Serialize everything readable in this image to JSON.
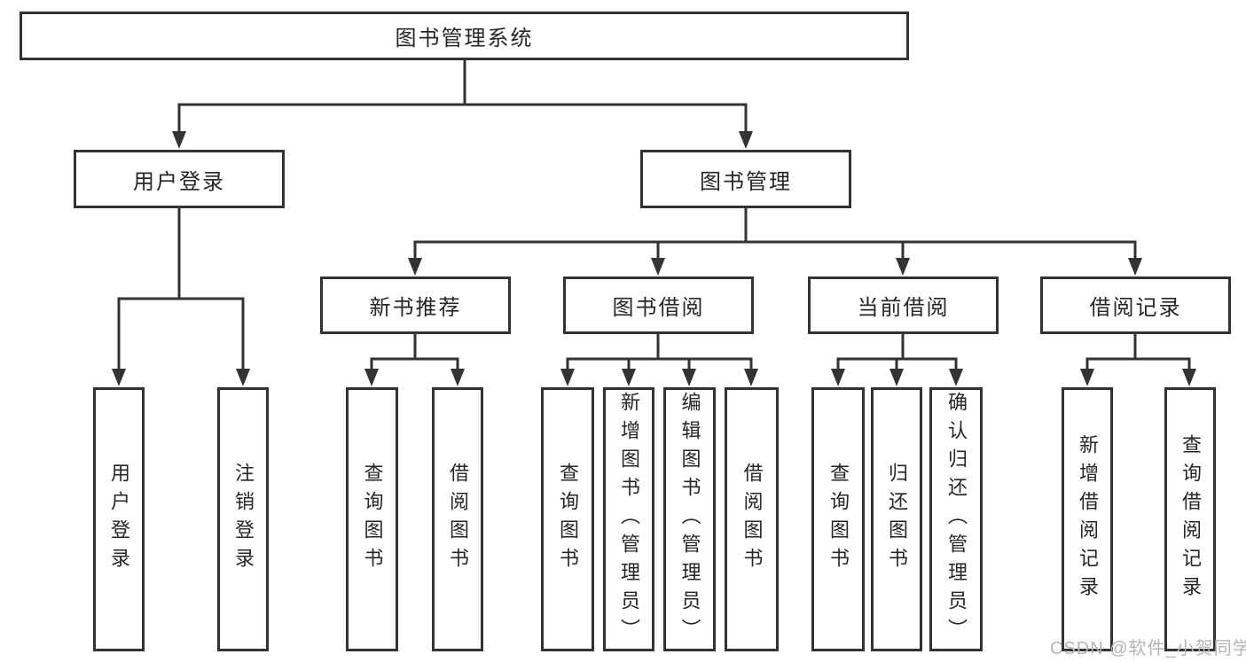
{
  "chart": {
    "root": {
      "label": "图书管理系统"
    },
    "branches": [
      {
        "label": "用户登录",
        "children": [
          {
            "label": "用户登录"
          },
          {
            "label": "注销登录"
          }
        ]
      },
      {
        "label": "图书管理",
        "children": [
          {
            "label": "新书推荐",
            "children": [
              {
                "label": "查询图书"
              },
              {
                "label": "借阅图书"
              }
            ]
          },
          {
            "label": "图书借阅",
            "children": [
              {
                "label": "查询图书"
              },
              {
                "label": "新增图书（管理员）"
              },
              {
                "label": "编辑图书（管理员）"
              },
              {
                "label": "借阅图书"
              }
            ]
          },
          {
            "label": "当前借阅",
            "children": [
              {
                "label": "查询图书"
              },
              {
                "label": "归还图书"
              },
              {
                "label": "确认归还（管理员）"
              }
            ]
          },
          {
            "label": "借阅记录",
            "children": [
              {
                "label": "新增借阅记录"
              },
              {
                "label": "查询借阅记录"
              }
            ]
          }
        ]
      }
    ],
    "watermark": "CSDN @软件_小贺同学",
    "colors": {
      "line": "#333333",
      "border": "#333333",
      "text": "#262626",
      "watermark": "#b4b4b4",
      "background": "#ffffff"
    }
  }
}
